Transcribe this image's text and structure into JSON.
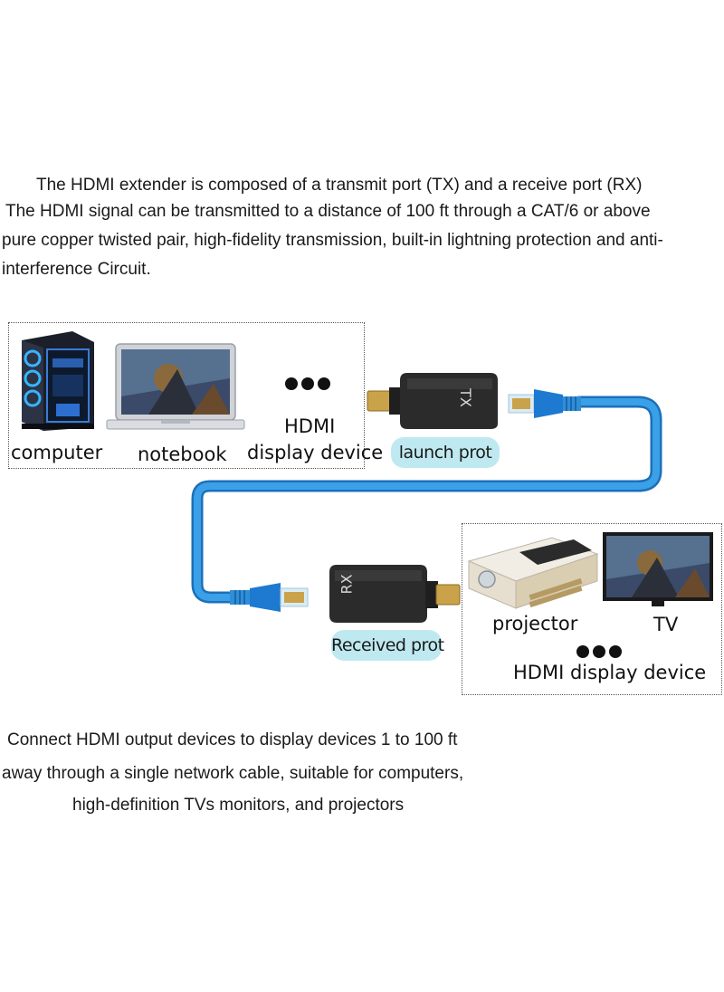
{
  "intro": {
    "line1": "The HDMI extender is composed of a transmit port (TX) and a receive port (RX)",
    "line2": "The HDMI signal can be transmitted to a distance of 100 ft through a CAT/6 or above",
    "line3": "pure copper twisted pair, high-fidelity transmission, built-in lightning protection and anti-",
    "line4": "interference Circuit."
  },
  "source_group": {
    "computer_label": "computer",
    "notebook_label": "notebook",
    "hdmi_label": "HDMI",
    "display_device_label": "display device"
  },
  "transmitter": {
    "tag": "TX",
    "pill_label": "launch prot"
  },
  "receiver": {
    "tag": "RX",
    "pill_label": "Received prot"
  },
  "sink_group": {
    "projector_label": "projector",
    "tv_label": "TV",
    "display_device_label": "HDMI display device"
  },
  "outro": {
    "line1": "Connect HDMI output devices to display devices 1 to 100 ft",
    "line2": "away through a single network cable, suitable for computers,",
    "line3": "high-definition TVs monitors, and projectors"
  },
  "colors": {
    "cable": "#2e8fd8",
    "pill": "#bfe9f0",
    "adapter": "#2b2b2b"
  }
}
